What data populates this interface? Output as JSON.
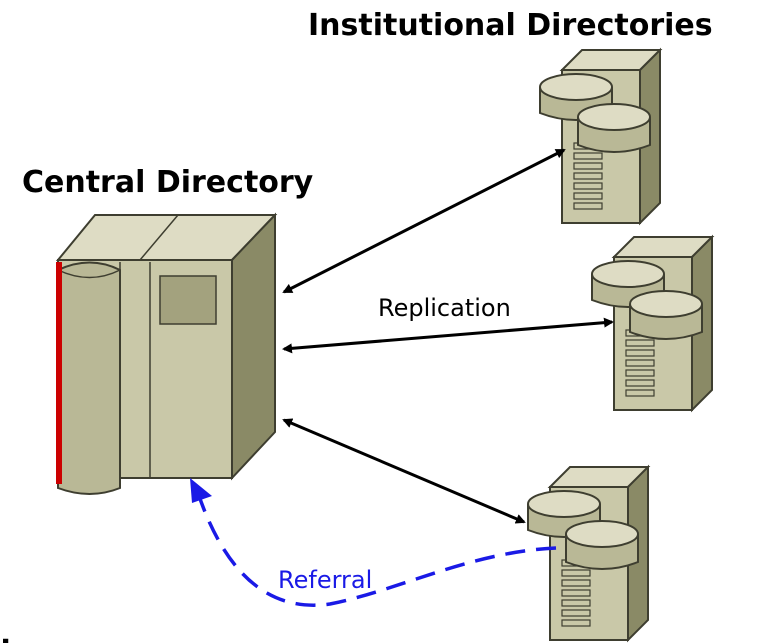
{
  "headings": {
    "institutional": "Institutional Directories",
    "central": "Central Directory"
  },
  "labels": {
    "replication": "Replication",
    "referral": "Referral",
    "corner_fragment": "t"
  },
  "colors": {
    "server_body": "#c9c8a8",
    "server_side": "#8a8a66",
    "server_top": "#dedcc4",
    "outline": "#3e3e30",
    "red_edge": "#cc0000",
    "replication_arrow": "#000000",
    "referral_arrow": "#1a1ae6"
  },
  "nodes": [
    {
      "id": "central-directory",
      "kind": "mainframe"
    },
    {
      "id": "institutional-server-1",
      "kind": "server"
    },
    {
      "id": "institutional-server-2",
      "kind": "server"
    },
    {
      "id": "institutional-server-3",
      "kind": "server"
    }
  ],
  "edges": [
    {
      "from": "central-directory",
      "to": "institutional-server-1",
      "style": "double-arrow"
    },
    {
      "from": "central-directory",
      "to": "institutional-server-2",
      "style": "double-arrow",
      "label": "Replication"
    },
    {
      "from": "central-directory",
      "to": "institutional-server-3",
      "style": "double-arrow"
    },
    {
      "from": "institutional-server-3",
      "to": "central-directory",
      "style": "dashed-arrow",
      "label": "Referral"
    }
  ]
}
